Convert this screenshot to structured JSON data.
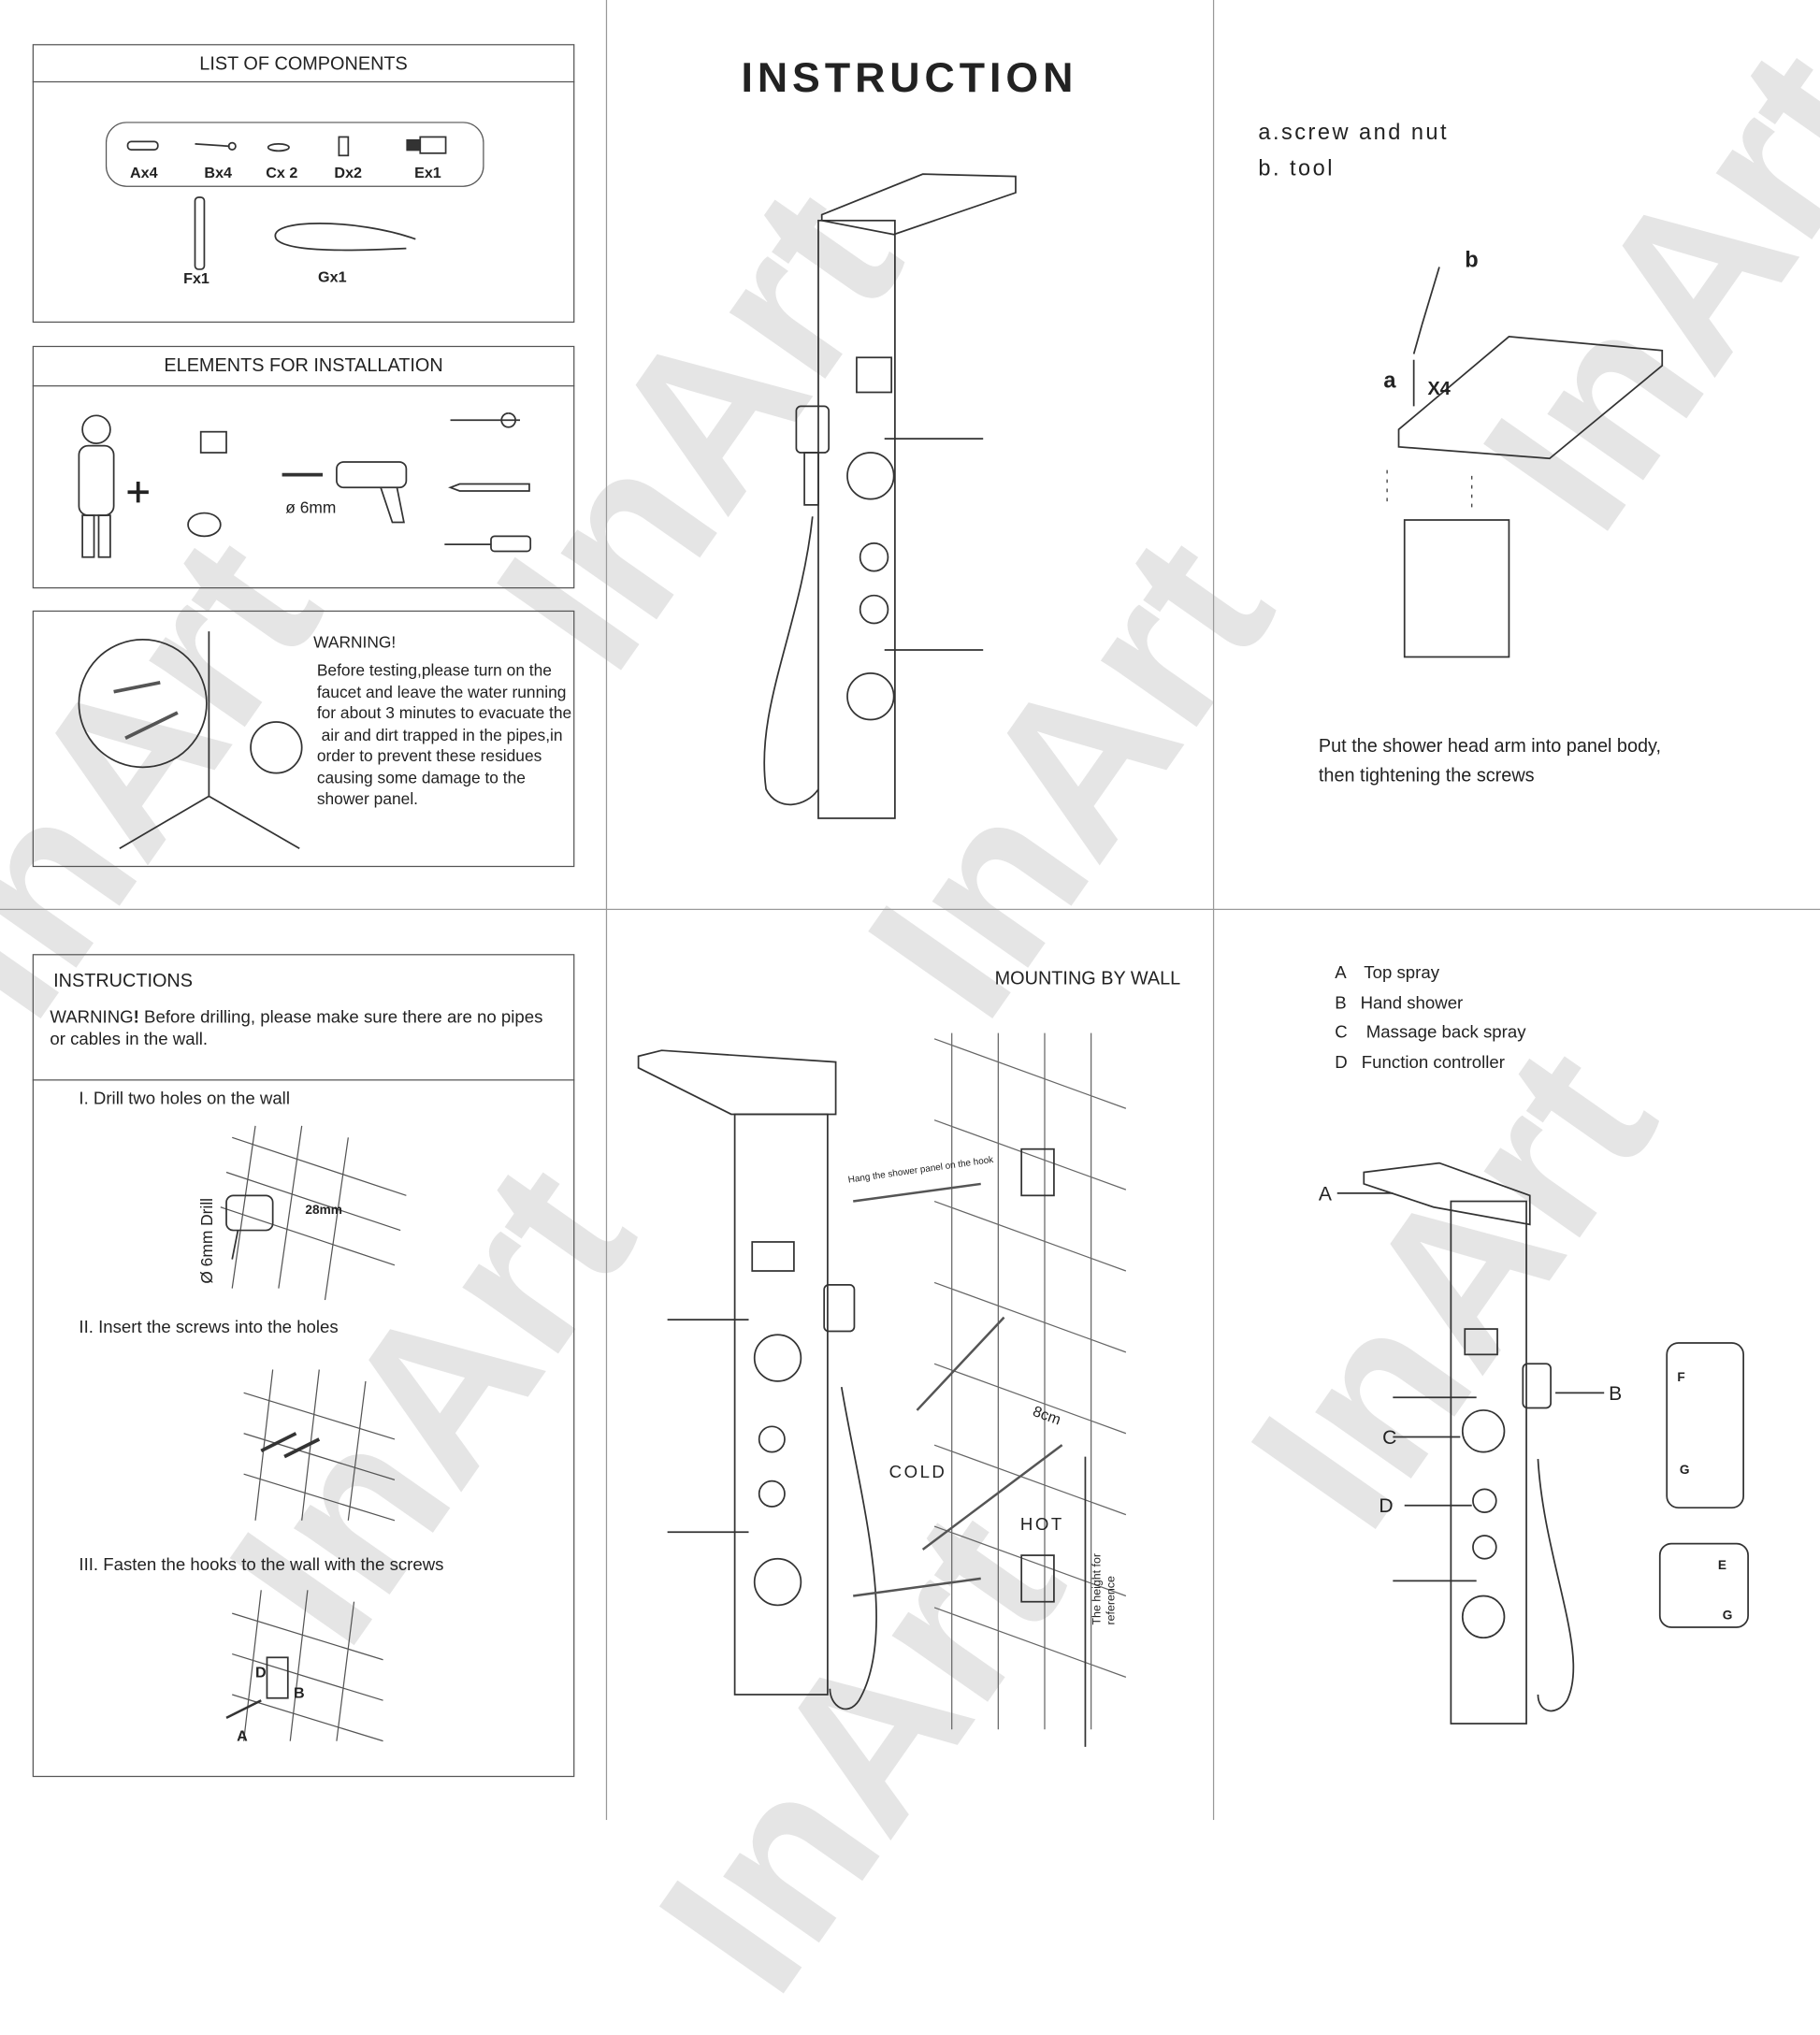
{
  "watermark": "InArt",
  "components": {
    "title": "LIST OF COMPONENTS",
    "items": [
      "Ax4",
      "Bx4",
      "Cx 2",
      "Dx2",
      "Ex1",
      "Fx1",
      "Gx1"
    ]
  },
  "elements": {
    "title": "ELEMENTS FOR INSTALLATION",
    "drill_size": "ø 6mm"
  },
  "warning_box": {
    "title": "WARNING!",
    "lines": [
      "Before testing,please turn on the",
      "faucet and leave the water running",
      "for about 3 minutes to evacuate the",
      " air and dirt trapped in the pipes,in",
      "order to prevent these residues",
      "causing some damage to the",
      "shower panel."
    ]
  },
  "instruction_title": "INSTRUCTION",
  "head_step": {
    "a": "a.screw and nut",
    "b": "b. tool",
    "label_b": "b",
    "label_a": "a",
    "qty": "X4",
    "caption": [
      "Put the shower head arm into panel body,",
      "then tightening the screws"
    ]
  },
  "instructions": {
    "title": "INSTRUCTIONS",
    "warning_label": "WARNING",
    "warning_mark": "!",
    "warning_text": [
      "Before drilling, please make sure there are no pipes",
      "or cables in the wall."
    ],
    "step1": "I. Drill two holes on the wall",
    "drill_label": "Ø 6mm Drill",
    "spacing": "28mm",
    "step2": "II. Insert the screws into the holes",
    "step3": "III.  Fasten the hooks to the wall with the screws",
    "labels": {
      "d": "D",
      "b": "B",
      "a": "A"
    }
  },
  "mounting": {
    "title": "MOUNTING BY WALL",
    "hang_note": "Hang the shower panel on the hook",
    "cold": "COLD",
    "hot": "HOT",
    "distance": "8cm",
    "height_note": [
      "The height for",
      "reference"
    ]
  },
  "parts": {
    "legend": [
      {
        "key": "A",
        "label": "Top spray"
      },
      {
        "key": "B",
        "label": "Hand shower"
      },
      {
        "key": "C",
        "label": "Massage back spray"
      },
      {
        "key": "D",
        "label": "Function controller"
      }
    ],
    "callouts": {
      "a": "A",
      "b": "B",
      "c": "C",
      "d": "D"
    },
    "detail_labels": {
      "f": "F",
      "g1": "G",
      "e": "E",
      "g2": "G"
    }
  }
}
